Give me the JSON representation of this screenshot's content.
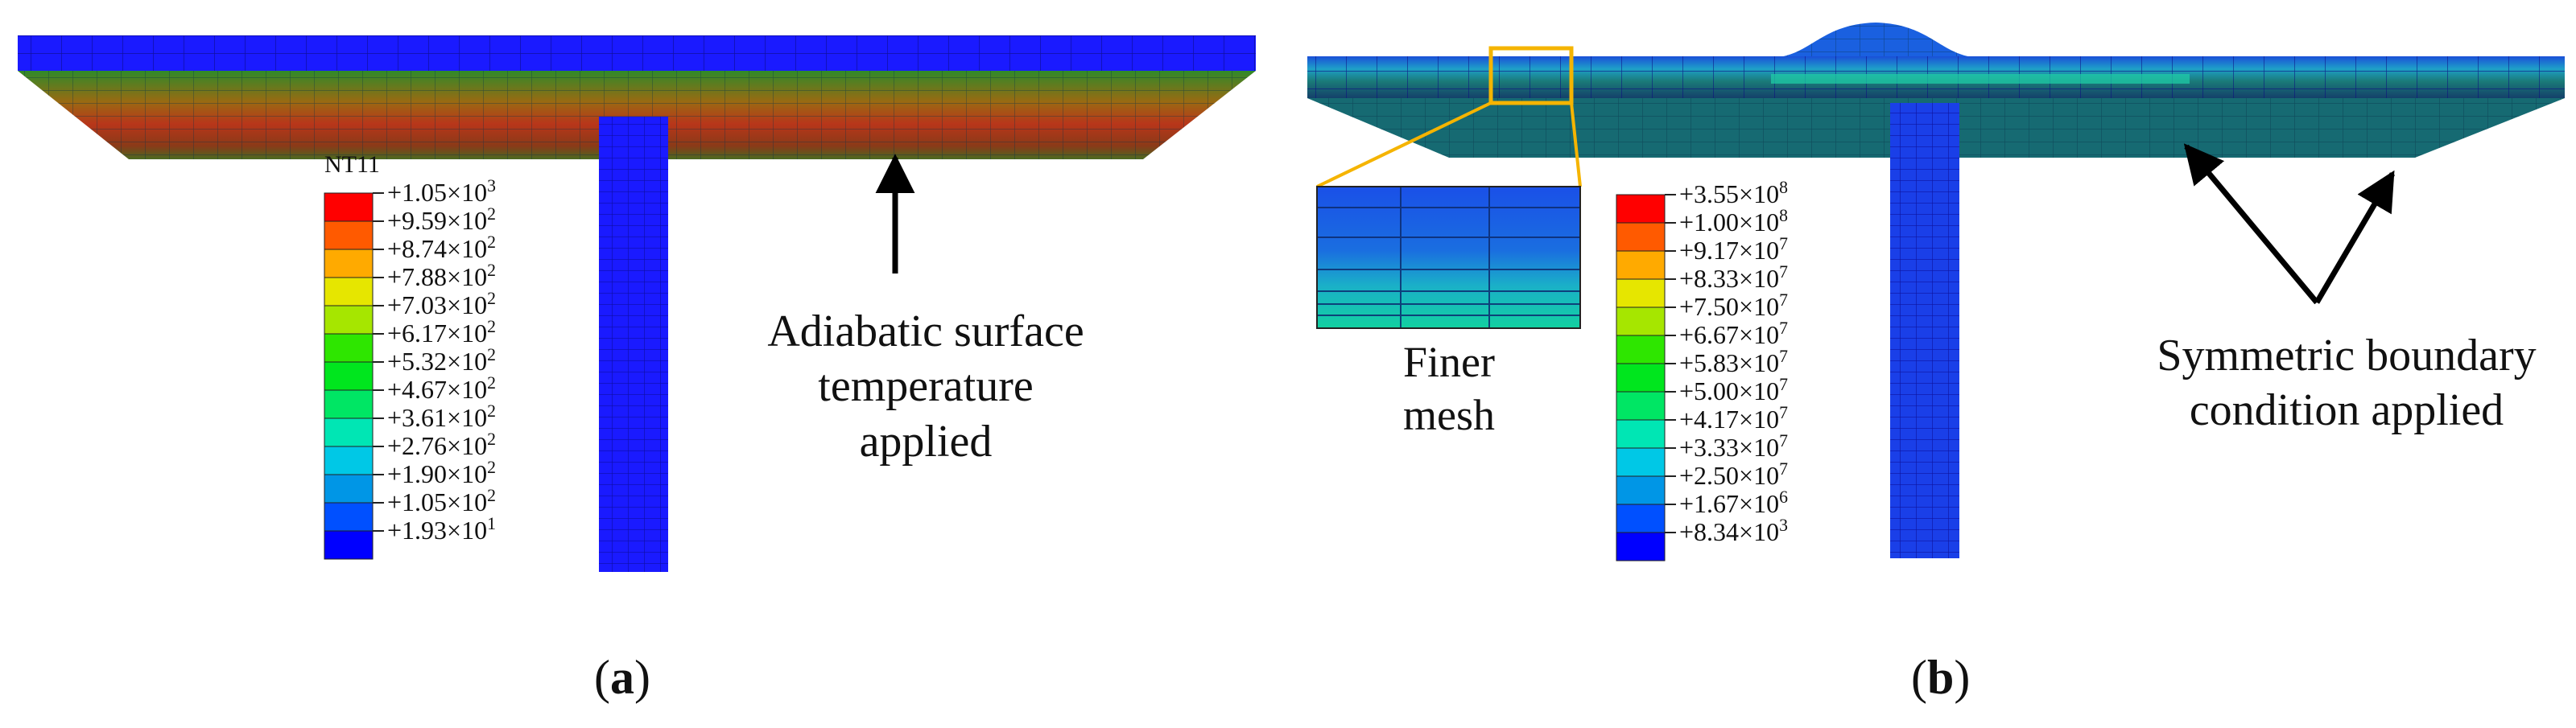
{
  "panel_a": {
    "label": "a",
    "legend_title": "NT11",
    "legend_values": [
      [
        "+1.05×10",
        "3"
      ],
      [
        "+9.59×10",
        "2"
      ],
      [
        "+8.74×10",
        "2"
      ],
      [
        "+7.88×10",
        "2"
      ],
      [
        "+7.03×10",
        "2"
      ],
      [
        "+6.17×10",
        "2"
      ],
      [
        "+5.32×10",
        "2"
      ],
      [
        "+4.67×10",
        "2"
      ],
      [
        "+3.61×10",
        "2"
      ],
      [
        "+2.76×10",
        "2"
      ],
      [
        "+1.90×10",
        "2"
      ],
      [
        "+1.05×10",
        "2"
      ],
      [
        "+1.93×10",
        "1"
      ]
    ],
    "annotation_lines": [
      "Adiabatic surface",
      "temperature",
      "applied"
    ]
  },
  "panel_b": {
    "label": "b",
    "legend_values": [
      [
        "+3.55×10",
        "8"
      ],
      [
        "+1.00×10",
        "8"
      ],
      [
        "+9.17×10",
        "7"
      ],
      [
        "+8.33×10",
        "7"
      ],
      [
        "+7.50×10",
        "7"
      ],
      [
        "+6.67×10",
        "7"
      ],
      [
        "+5.83×10",
        "7"
      ],
      [
        "+5.00×10",
        "7"
      ],
      [
        "+4.17×10",
        "7"
      ],
      [
        "+3.33×10",
        "7"
      ],
      [
        "+2.50×10",
        "7"
      ],
      [
        "+1.67×10",
        "6"
      ],
      [
        "+8.34×10",
        "3"
      ]
    ],
    "inset_caption_lines": [
      "Finer",
      "mesh"
    ],
    "annotation_lines": [
      "Symmetric boundary",
      "condition applied"
    ]
  },
  "colors": {
    "legend_scale": [
      "#ff0000",
      "#ff5a00",
      "#ffaa00",
      "#e6e600",
      "#a6e600",
      "#2ee600",
      "#00e61e",
      "#00e664",
      "#00e6b4",
      "#00c8e6",
      "#0096e6",
      "#0050ff",
      "#0000ff"
    ],
    "mesh_blue": "#1a1aff",
    "highlight_box": "#f5b400"
  }
}
